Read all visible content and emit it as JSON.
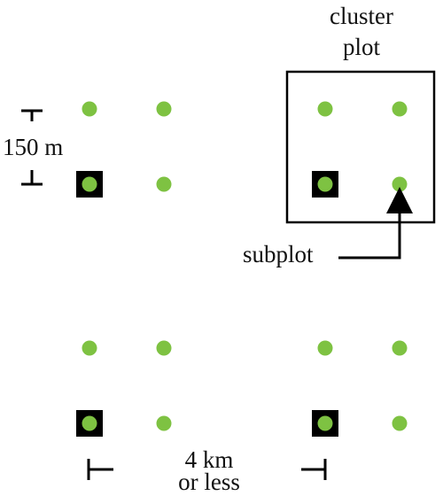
{
  "labels": {
    "cluster_line1": "cluster",
    "cluster_line2": "plot",
    "subplot": "subplot",
    "scale_small": "150 m",
    "scale_large_line1": "4 km",
    "scale_large_line2": "or less"
  },
  "colors": {
    "subplot_dot": "#7ec242",
    "marker": "#000000",
    "line": "#000000"
  },
  "clusters": [
    {
      "name": "top-left",
      "subplots": [
        "open",
        "open",
        "marked",
        "open"
      ]
    },
    {
      "name": "top-right",
      "subplots": [
        "open",
        "open",
        "marked",
        "open"
      ]
    },
    {
      "name": "bottom-left",
      "subplots": [
        "open",
        "open",
        "marked",
        "open"
      ]
    },
    {
      "name": "bottom-right",
      "subplots": [
        "open",
        "open",
        "marked",
        "open"
      ]
    }
  ]
}
